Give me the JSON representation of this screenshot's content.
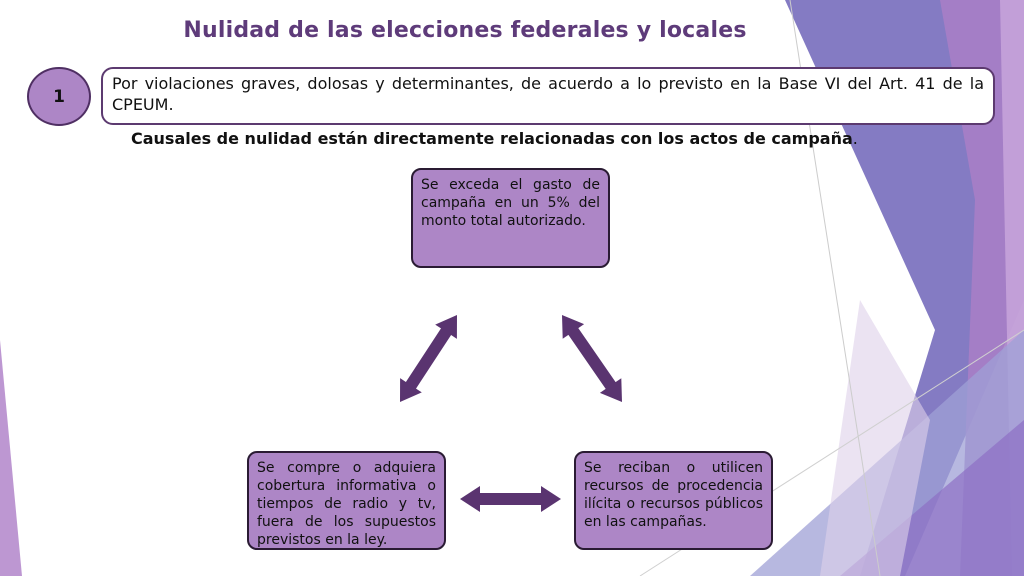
{
  "slide": {
    "title": "Nulidad de las elecciones federales y locales",
    "number": "1",
    "statement": "Por violaciones graves, dolosas y determinantes, de acuerdo a lo previsto en la Base VI del Art. 41 de la CPEUM.",
    "subtitle": "Causales de nulidad están directamente relacionadas con los actos de campaña",
    "subtitle_end": "."
  },
  "diagram": {
    "nodes": {
      "top": "Se exceda el gasto de campaña en un 5% del monto total autorizado.",
      "left": "Se compre o adquiera cobertura informativa o tiempos de radio y tv, fuera de los supuestos previstos en la ley.",
      "right": "Se reciban o utilicen recursos de procedencia ilícita o recursos públicos en las campañas."
    },
    "arrow_color": "#5a3470",
    "box_color": "#ad86c6"
  }
}
